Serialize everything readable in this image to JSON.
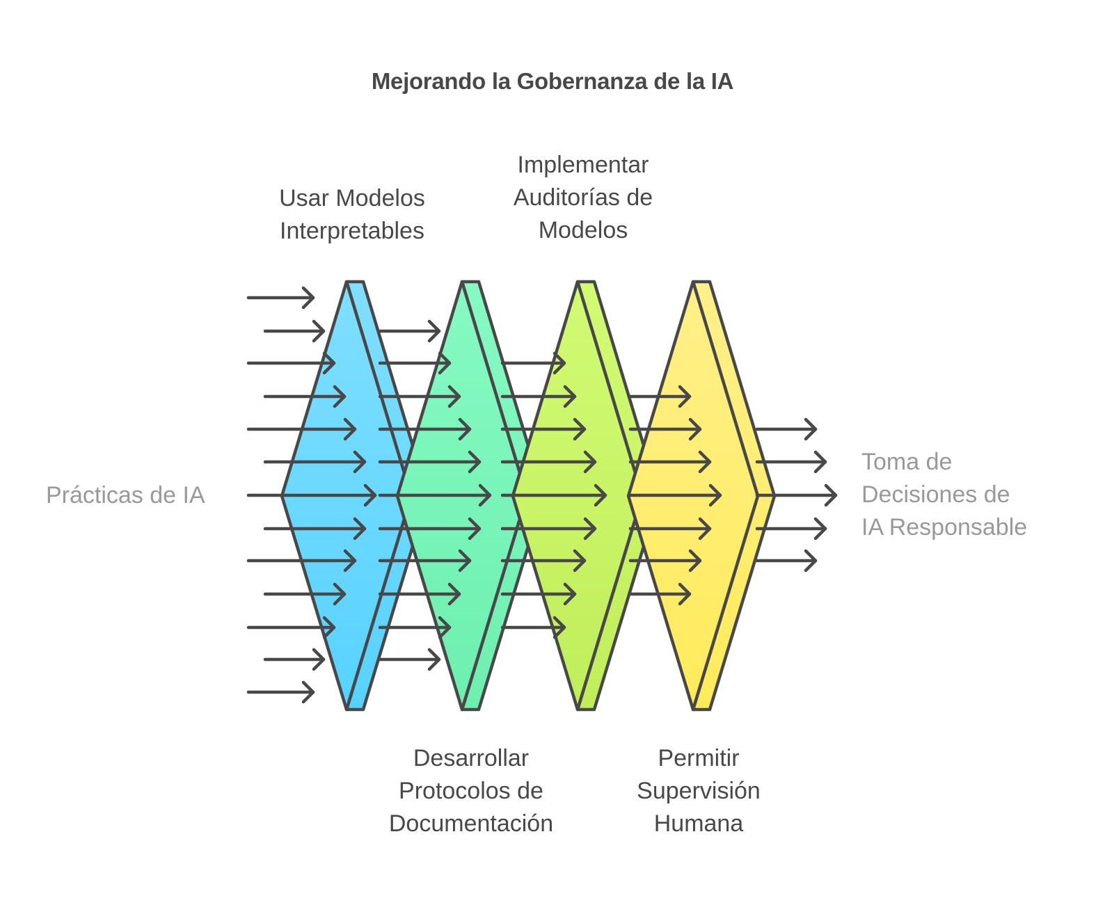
{
  "title": "Mejorando la Gobernanza de la IA",
  "input_label": "Prácticas de IA",
  "output_label": [
    "Toma de",
    "Decisiones de",
    "IA Responsable"
  ],
  "stages": [
    {
      "id": "stage-1",
      "lines": [
        "Usar Modelos",
        "Interpretables"
      ],
      "position": "top",
      "color_top": "#80DFFF",
      "color_bottom": "#57D2FF",
      "band": "#80DFFF"
    },
    {
      "id": "stage-2",
      "lines": [
        "Desarrollar",
        "Protocolos de",
        "Documentación"
      ],
      "position": "bottom",
      "color_top": "#86FAC3",
      "color_bottom": "#6DEFAF",
      "band": "#86FAC3"
    },
    {
      "id": "stage-3",
      "lines": [
        "Implementar",
        "Auditorías de",
        "Modelos"
      ],
      "position": "top",
      "color_top": "#D2FA74",
      "color_bottom": "#C0EE5A",
      "band": "#D2FA74"
    },
    {
      "id": "stage-4",
      "lines": [
        "Permitir",
        "Supervisión",
        "Humana"
      ],
      "position": "bottom",
      "color_top": "#FFF08A",
      "color_bottom": "#FFEB5A",
      "band": "#FFF08A"
    }
  ],
  "colors": {
    "stroke": "#484848",
    "label": "#484848",
    "muted_label": "#999999",
    "background": "#FFFFFF"
  }
}
